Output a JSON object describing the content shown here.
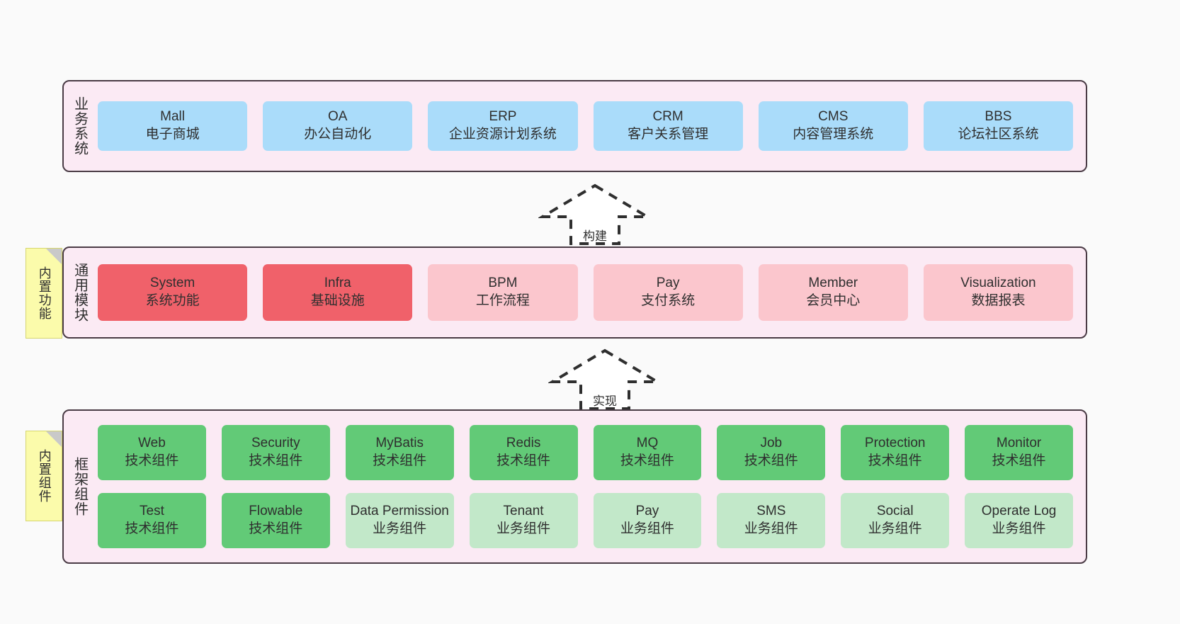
{
  "colors": {
    "panel_bg": "#fbeaf4",
    "panel_border": "#4a3b45",
    "page_bg": "#fafafa",
    "business_cell": "#aadcfa",
    "module_core_cell": "#f0616a",
    "module_cell": "#fbc6cd",
    "tech_component_cell": "#62ca77",
    "biz_component_cell": "#c2e8c9",
    "sticky_note": "#fbfbab",
    "sticky_fold": "#c9c9c9"
  },
  "layers": {
    "business": {
      "title": "业务系统",
      "rows": [
        [
          {
            "en": "Mall",
            "cn": "电子商城"
          },
          {
            "en": "OA",
            "cn": "办公自动化"
          },
          {
            "en": "ERP",
            "cn": "企业资源计划系统"
          },
          {
            "en": "CRM",
            "cn": "客户关系管理"
          },
          {
            "en": "CMS",
            "cn": "内容管理系统"
          },
          {
            "en": "BBS",
            "cn": "论坛社区系统"
          }
        ]
      ]
    },
    "modules": {
      "title": "通用模块",
      "rows": [
        [
          {
            "en": "System",
            "cn": "系统功能"
          },
          {
            "en": "Infra",
            "cn": "基础设施"
          },
          {
            "en": "BPM",
            "cn": "工作流程"
          },
          {
            "en": "Pay",
            "cn": "支付系统"
          },
          {
            "en": "Member",
            "cn": "会员中心"
          },
          {
            "en": "Visualization",
            "cn": "数据报表"
          }
        ]
      ]
    },
    "framework": {
      "title": "框架组件",
      "rows": [
        [
          {
            "en": "Web",
            "cn": "技术组件"
          },
          {
            "en": "Security",
            "cn": "技术组件"
          },
          {
            "en": "MyBatis",
            "cn": "技术组件"
          },
          {
            "en": "Redis",
            "cn": "技术组件"
          },
          {
            "en": "MQ",
            "cn": "技术组件"
          },
          {
            "en": "Job",
            "cn": "技术组件"
          },
          {
            "en": "Protection",
            "cn": "技术组件"
          },
          {
            "en": "Monitor",
            "cn": "技术组件"
          }
        ],
        [
          {
            "en": "Test",
            "cn": "技术组件"
          },
          {
            "en": "Flowable",
            "cn": "技术组件"
          },
          {
            "en": "Data Permission",
            "cn": "业务组件"
          },
          {
            "en": "Tenant",
            "cn": "业务组件"
          },
          {
            "en": "Pay",
            "cn": "业务组件"
          },
          {
            "en": "SMS",
            "cn": "业务组件"
          },
          {
            "en": "Social",
            "cn": "业务组件"
          },
          {
            "en": "Operate Log",
            "cn": "业务组件"
          }
        ]
      ]
    }
  },
  "notes": {
    "builtin_features": "内置功能",
    "builtin_components": "内置组件"
  },
  "arrows": {
    "build": "构建",
    "implement": "实现"
  }
}
